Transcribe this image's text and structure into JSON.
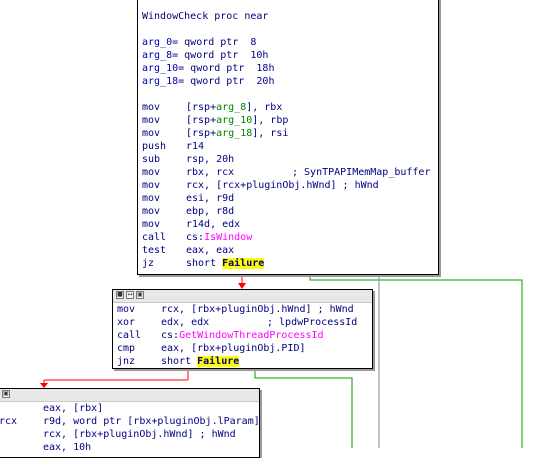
{
  "node1": {
    "proc": "WindowCheck proc near",
    "args": [
      {
        "name": "arg_0",
        "eq": "=",
        "type": " qword ptr ",
        "val": " 8"
      },
      {
        "name": "arg_8",
        "eq": "=",
        "type": " qword ptr ",
        "val": " 10h"
      },
      {
        "name": "arg_10",
        "eq": "=",
        "type": " qword ptr ",
        "val": " 18h"
      },
      {
        "name": "arg_18",
        "eq": "=",
        "type": " qword ptr ",
        "val": " 20h"
      }
    ],
    "lines": [
      {
        "mn": "mov",
        "a": "[rsp+",
        "b": "arg_8",
        "c": "], rbx"
      },
      {
        "mn": "mov",
        "a": "[rsp+",
        "b": "arg_10",
        "c": "], rbp"
      },
      {
        "mn": "mov",
        "a": "[rsp+",
        "b": "arg_18",
        "c": "], rsi"
      },
      {
        "mn": "push",
        "a": "r14"
      },
      {
        "mn": "sub",
        "a": "rsp, 20h"
      },
      {
        "mn": "mov",
        "a": "rbx, rcx",
        "cmt": "; SynTPAPIMemMap_buffer"
      },
      {
        "mn": "mov",
        "a": "rcx, [rcx+pluginObj.hWnd] ; hWnd"
      },
      {
        "mn": "mov",
        "a": "esi, r9d"
      },
      {
        "mn": "mov",
        "a": "ebp, r8d"
      },
      {
        "mn": "mov",
        "a": "r14d, edx"
      },
      {
        "mn": "call",
        "a": "cs:",
        "api": "IsWindow"
      },
      {
        "mn": "test",
        "a": "eax, eax"
      },
      {
        "mn": "jz",
        "a": "short ",
        "hl": "Failure"
      }
    ]
  },
  "node2": {
    "lines": [
      {
        "mn": "mov",
        "a": "rcx, [rbx+pluginObj.hWnd] ; hWnd"
      },
      {
        "mn": "xor",
        "a": "edx, edx",
        "cmt": "; lpdwProcessId"
      },
      {
        "mn": "call",
        "a": "cs:",
        "api": "GetWindowThreadProcessId"
      },
      {
        "mn": "cmp",
        "a": "eax, [rbx+pluginObj.PID]"
      },
      {
        "mn": "jnz",
        "a": "short ",
        "hl": "Failure"
      }
    ]
  },
  "node3": {
    "lines": [
      {
        "pre": "",
        "a": "eax, [rbx]"
      },
      {
        "pre": "rcx",
        "a": "r9d, word ptr [rbx+pluginObj.lParam]"
      },
      {
        "pre": "",
        "a": "rcx, [rbx+pluginObj.hWnd] ; hWnd"
      },
      {
        "pre": "",
        "a": "eax, 10h"
      }
    ]
  },
  "colors": {
    "text": "#000080",
    "edge_false": "#ff0000",
    "edge_true": "#00a000",
    "highlight": "#ffff00",
    "import": "#ff00ff"
  }
}
